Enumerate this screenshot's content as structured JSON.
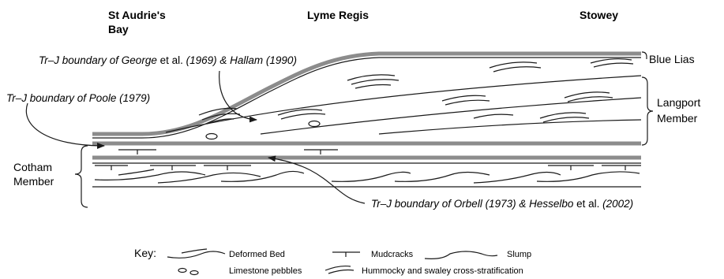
{
  "locations": {
    "st_audries_line1": "St Audrie's",
    "st_audries_line2": "Bay",
    "lyme_regis": "Lyme Regis",
    "stowey": "Stowey"
  },
  "units": {
    "blue_lias": "Blue Lias",
    "langport_line1": "Langport",
    "langport_line2": "Member",
    "cotham_line1": "Cotham",
    "cotham_line2": "Member"
  },
  "annotations": {
    "george_hallam_part1": "Tr–J boundary of George",
    "george_hallam_part2": " et al. ",
    "george_hallam_part3": "(1969) & Hallam (1990)",
    "poole": "Tr–J boundary of Poole (1979)",
    "orbell_hesselbo_part1": "Tr–J boundary of Orbell (1973) & Hesselbo",
    "orbell_hesselbo_part2": " et al. ",
    "orbell_hesselbo_part3": "(2002)"
  },
  "key": {
    "heading": "Key:",
    "deformed_bed": "Deformed Bed",
    "mudcracks": "Mudcracks",
    "slump": "Slump",
    "limestone_pebbles": "Limestone pebbles",
    "hummocky": "Hummocky and swaley cross-stratification"
  },
  "colors": {
    "ink": "#1a1a1a",
    "boundary_grey": "#8c8c8c"
  }
}
